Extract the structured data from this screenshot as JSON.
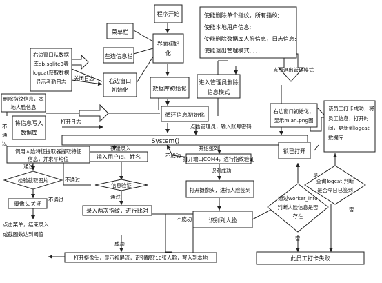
{
  "nodes": {
    "program_start": "程序开始",
    "menu_bar": "菜单栏",
    "left_info_bar": "左边信息栏",
    "ui_init": [
      "界面初始",
      "化"
    ],
    "right_window_init": [
      "右边窗口",
      "初始化"
    ],
    "db_init": "数据库初始化",
    "loop_info_init": "循环信息初始化",
    "right_window_db": [
      "右边窗口从数据",
      "库db.sqlite3表",
      "logcat获取数据",
      "显示考勤日志"
    ],
    "admin_abilities": [
      "使能删除单个指纹，所有指纹;",
      "使能本地用户信息;",
      "使能删除数据库人脸信息，日志信息;",
      "使能退出管理模式．．．．"
    ],
    "enter_admin": [
      "进入管理员删除",
      "信息模式"
    ],
    "delete_fingerprint": [
      "删除指纹信息，本",
      "地人脸信息"
    ],
    "write_db": [
      "将信息写入",
      "数据库"
    ],
    "system": "System()",
    "face_extract": [
      "调用人脸特征提取器提取特征",
      "信息，并求平均值"
    ],
    "check_image": "检验截取图片",
    "camera_close": "摄像头关闭",
    "finish_entry": [
      "点击菜单，结束录入",
      "或截图数达到阈值"
    ],
    "input_user": "输入用户id、姓名",
    "info_verify": "信息验证",
    "entry_compare": "录入两次指纹，进行比对",
    "open_camera_capture": "打开摄像头，显示视屏流，识别截取10张人脸，写入到本地",
    "open_com4": "打开端口COM4，进行指纹验证",
    "open_camera_sign": "打开摄像头，进行人脸签到",
    "face_recognized": "识别到人脸",
    "right_window_main": [
      "右边窗口初始化，",
      "显示mian.png图"
    ],
    "unlock": "锁已打开",
    "worker_check": [
      "通过worker_info",
      "判断人脸信息是否",
      "存在"
    ],
    "sign_success": [
      "该员工打卡成功，将",
      "员工信息，打开时",
      "间，更新到logcat",
      "数据库"
    ],
    "check_logcat": [
      "查询logcat,判断",
      "是否今日已签到"
    ],
    "sign_fail": "此员工打卡失败"
  },
  "edge_labels": {
    "close_log": "关闭日志",
    "click_admin_input_pwd": "点击管理员，输入账号密码",
    "click_exit_admin": "点击退出管理模式",
    "new_entry": "新建录入",
    "start_sign": "开始签到",
    "fail": "不成功",
    "fail2": "不成功",
    "success": "成功",
    "fingerprint_ok": "识别成功",
    "pass1": "通过",
    "pass2": "通过",
    "not_pass1": "不通过",
    "not_pass2": "不通过",
    "not_pass3": [
      "不",
      "通",
      "过"
    ],
    "open_log": "打开日志",
    "not_exist": "否",
    "yes": "是",
    "no": "否"
  }
}
